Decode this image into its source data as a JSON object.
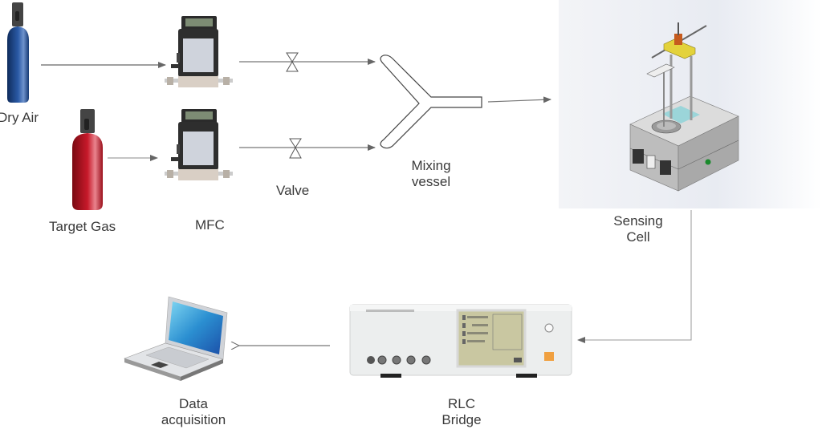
{
  "diagram": {
    "title": "Gas sensing measurement setup",
    "nodes": {
      "dry_air": {
        "label": "Dry Air",
        "icon": "gas-cylinder-icon",
        "color": "#1d4a8c"
      },
      "target_gas": {
        "label": "Target Gas",
        "icon": "gas-cylinder-icon",
        "color": "#b3121f"
      },
      "mfc": {
        "label": "MFC",
        "icon": "mass-flow-controller-icon"
      },
      "valve": {
        "label": "Valve",
        "icon": "valve-icon"
      },
      "mixing_vessel": {
        "label_line1": "Mixing",
        "label_line2": "vessel",
        "icon": "y-mixer-icon"
      },
      "sensing_cell": {
        "label_line1": "Sensing",
        "label_line2": "Cell",
        "icon": "sensing-cell-icon"
      },
      "rlc_bridge": {
        "label_line1": "RLC",
        "label_line2": "Bridge",
        "icon": "rlc-meter-icon"
      },
      "data_acquisition": {
        "label_line1": "Data",
        "label_line2": "acquisition",
        "icon": "laptop-icon"
      }
    },
    "edges": [
      {
        "from": "dry_air",
        "to": "mfc"
      },
      {
        "from": "target_gas",
        "to": "mfc"
      },
      {
        "from": "mfc",
        "to": "valve"
      },
      {
        "from": "valve",
        "to": "mixing_vessel"
      },
      {
        "from": "mixing_vessel",
        "to": "sensing_cell"
      },
      {
        "from": "sensing_cell",
        "to": "rlc_bridge"
      },
      {
        "from": "rlc_bridge",
        "to": "data_acquisition"
      }
    ],
    "colors": {
      "line": "#777777",
      "text": "#3a3a3a"
    }
  }
}
